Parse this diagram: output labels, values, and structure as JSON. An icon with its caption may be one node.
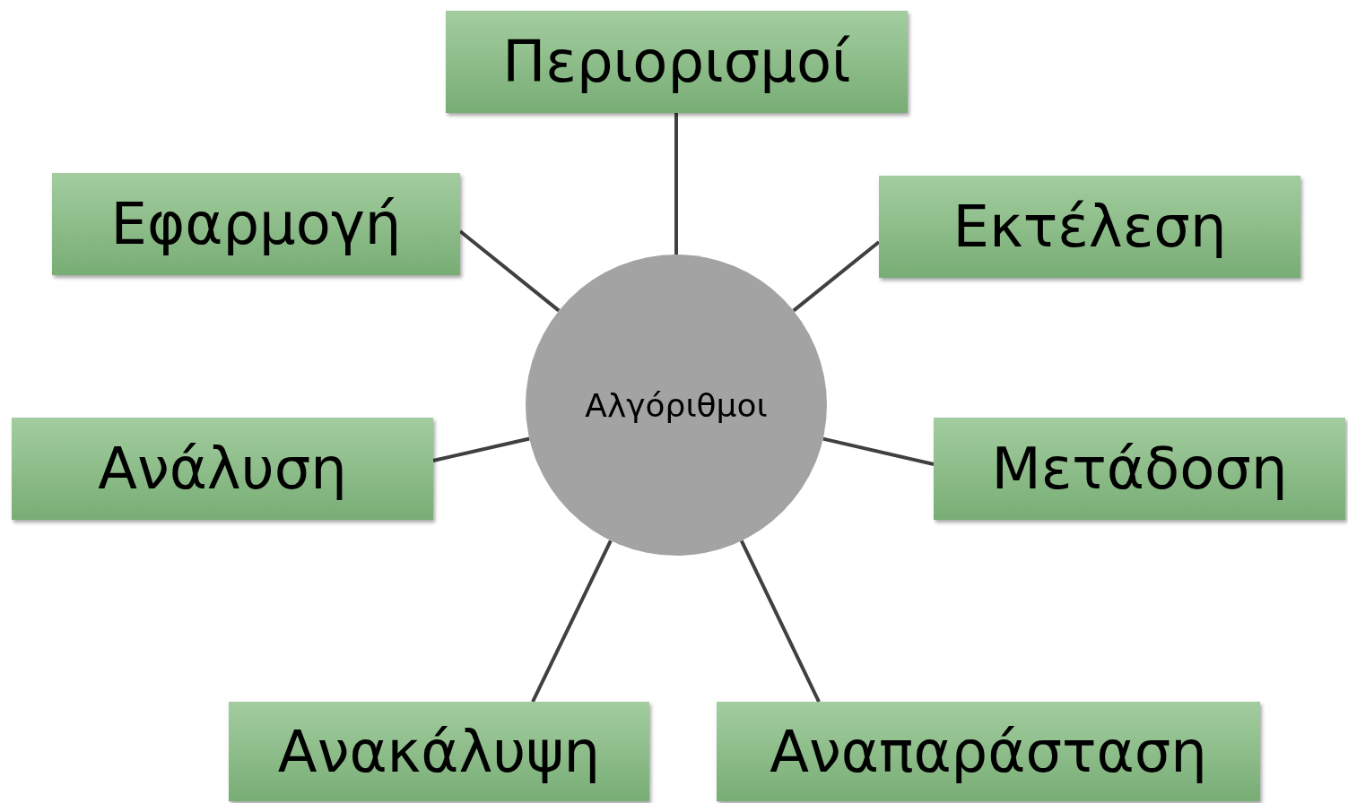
{
  "diagram": {
    "nodes": [
      {
        "text": [
          "Περιορισμοί"
        ]
      },
      {
        "text": [
          "Εφαρμογή"
        ]
      },
      {
        "text": [
          "Εκτέλεση"
        ]
      },
      {
        "text": [
          "Αλγόριθμοι"
        ]
      },
      {
        "text": [
          "Ανάλυση"
        ]
      },
      {
        "text": [
          "Μετάδοση"
        ]
      },
      {
        "text": [
          "Ανακάλυψη"
        ]
      },
      {
        "text": [
          "Αναπαράσταση"
        ]
      }
    ],
    "edges": [
      {
        "from": 3,
        "to": 0,
        "arrow": "none"
      },
      {
        "from": 3,
        "to": 1,
        "arrow": "none"
      },
      {
        "from": 3,
        "to": 2,
        "arrow": "none"
      },
      {
        "from": 3,
        "to": 4,
        "arrow": "none"
      },
      {
        "from": 3,
        "to": 5,
        "arrow": "none"
      },
      {
        "from": 3,
        "to": 6,
        "arrow": "none"
      },
      {
        "from": 3,
        "to": 7,
        "arrow": "none"
      }
    ]
  }
}
